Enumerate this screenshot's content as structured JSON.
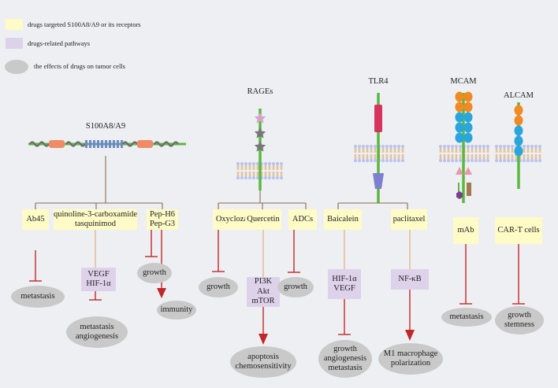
{
  "legend": {
    "items": [
      {
        "label": "drugs targeted S100A8/A9 or its receptors",
        "color": "#fefbc6"
      },
      {
        "label": "drugs-related pathways",
        "color": "#ddd2ea"
      },
      {
        "label": "the effects of drugs on tumor cells",
        "color": "#c9c9c9"
      }
    ]
  },
  "receptors": {
    "s100": "S100A8/A9",
    "rages": "RAGEs",
    "tlr4": "TLR4",
    "mcam": "MCAM",
    "alcam": "ALCAM"
  },
  "drugs": {
    "ab45": "Ab45",
    "quino_1": "quinoline-3-carboxamide",
    "quino_2": "tasquinimod",
    "pep_1": "Pep-H6",
    "pep_2": "Pep-G3",
    "oxyclozanide": "Oxyclozanide",
    "quercetin": "Quercetin",
    "adcs": "ADCs",
    "baicalein": "Baicalein",
    "paclitaxel": "paclitaxel",
    "mab": "mAb",
    "cart": "CAR-T cells"
  },
  "pathways": {
    "vegf_hif": [
      "VEGF",
      "HIF-1α"
    ],
    "pi3k": [
      "PI3K",
      "Akt",
      "mTOR"
    ],
    "hif_vegf": [
      "HIF-1α",
      "VEGF"
    ],
    "nfkb": [
      "NF-κB"
    ]
  },
  "effects": {
    "metastasis_1": [
      "metastasis"
    ],
    "metastasis_angio": [
      "metastasis",
      "angiogenesis"
    ],
    "growth_1": [
      "growth"
    ],
    "immunity": [
      "immunity"
    ],
    "growth_2": [
      "growth"
    ],
    "apoptosis": [
      "apoptosis",
      "chemosensitivity"
    ],
    "growth_3": [
      "growth"
    ],
    "growth_angio_meta": [
      "growth",
      "angiogenesis",
      "metastasis"
    ],
    "m1": [
      "M1 macrophage",
      "polarization"
    ],
    "metastasis_2": [
      "metastasis"
    ],
    "growth_stemness": [
      "growth",
      "stemness"
    ]
  },
  "colors": {
    "background": "#eeeff2",
    "drug_box": "#fefbc6",
    "pathway_box": "#ddd2ea",
    "effect_oval": "#c9c9c9",
    "inhibit_line": "#c0282b",
    "bracket_line": "#8b6b4a",
    "stem": "#5ab842",
    "membrane_head": "#b9c3ee",
    "membrane_tail": "#d8a86a",
    "domain_orange": "#f08a22",
    "domain_blue": "#2aa6dc",
    "domain_red": "#d6335e",
    "domain_indigo": "#7d7fd0",
    "domain_pink": "#e898a6",
    "domain_purple": "#7a3f8c",
    "domain_brown": "#a37a4e",
    "star_gray": "#777777",
    "star_pink": "#d7a4c8",
    "s100_orange": "#ef8b66",
    "s100_blue": "#6f86d6",
    "s100_chain": "#6c6c6c"
  }
}
